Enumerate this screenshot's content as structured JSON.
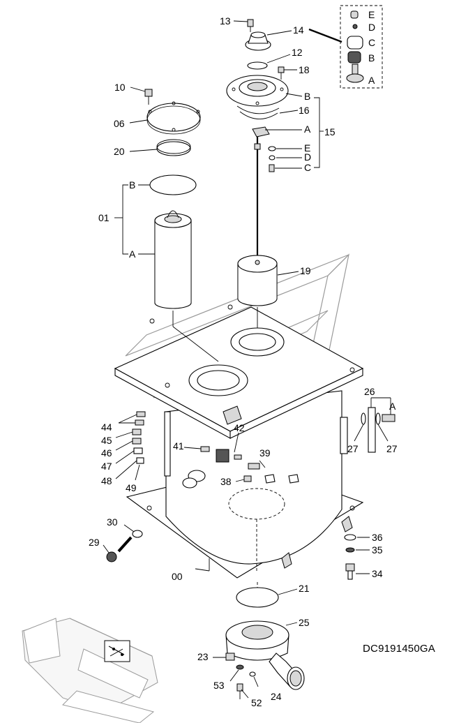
{
  "diagram_code": "DC9191450GA",
  "callouts": {
    "c13": "13",
    "c14": "14",
    "c12": "12",
    "c18": "18",
    "c10": "10",
    "c06": "06",
    "c16": "16",
    "c15": "15",
    "c20": "20",
    "c01": "01",
    "c19": "19",
    "c26": "26",
    "c27a": "27",
    "c27b": "27",
    "c42": "42",
    "c44": "44",
    "c45": "45",
    "c46": "46",
    "c47": "47",
    "c48": "48",
    "c49": "49",
    "c41": "41",
    "c39": "39",
    "c38": "38",
    "c30": "30",
    "c29": "29",
    "c00": "00",
    "c36": "36",
    "c35": "35",
    "c34": "34",
    "c21": "21",
    "c25": "25",
    "c23": "23",
    "c53": "53",
    "c24": "24",
    "c52": "52"
  },
  "sub_letters": {
    "inset_E": "E",
    "inset_D": "D",
    "inset_C": "C",
    "inset_B": "B",
    "inset_A": "A",
    "p15_B": "B",
    "p15_A": "A",
    "p15_E": "E",
    "p15_D": "D",
    "p15_C": "C",
    "p01_B": "B",
    "p01_A": "A",
    "p26_A": "A"
  }
}
